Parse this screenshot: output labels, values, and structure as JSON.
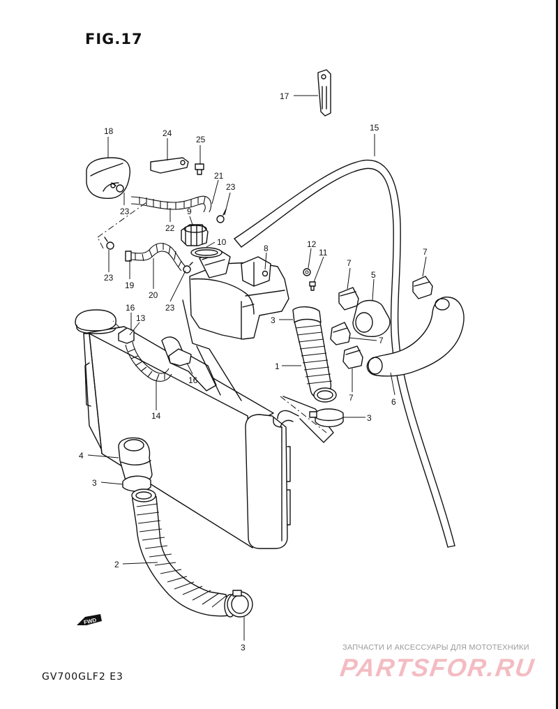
{
  "figure_title": "FIG.17",
  "model_code": "GV700GLF2  E3",
  "direction_label": "FWD",
  "watermark": {
    "tagline": "ЗАПЧАСТИ И АКСЕССУАРЫ ДЛЯ МОТОТЕХНИКИ",
    "logo": "PARTSFOR.RU"
  },
  "callouts": {
    "c1": "1",
    "c2": "2",
    "c3a": "3",
    "c3b": "3",
    "c3c": "3",
    "c3d": "3",
    "c4": "4",
    "c5": "5",
    "c6": "6",
    "c7a": "7",
    "c7b": "7",
    "c7c": "7",
    "c7d": "7",
    "c8": "8",
    "c9": "9",
    "c10": "10",
    "c11": "11",
    "c12": "12",
    "c13": "13",
    "c14": "14",
    "c15": "15",
    "c16a": "16",
    "c16b": "16",
    "c17": "17",
    "c18": "18",
    "c19": "19",
    "c20": "20",
    "c21": "21",
    "c22": "22",
    "c23a": "23",
    "c23b": "23",
    "c23c": "23",
    "c23d": "23",
    "c24": "24",
    "c25": "25"
  }
}
